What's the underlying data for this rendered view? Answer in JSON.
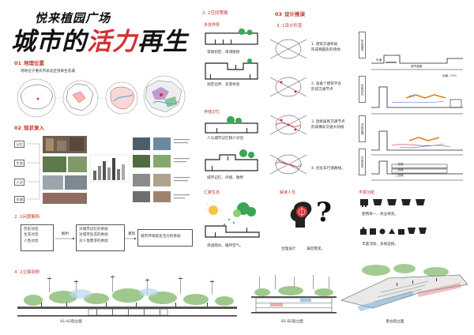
{
  "title": {
    "line1": "悦来植园广场",
    "line2_a": "城市的",
    "line2_b": "活力",
    "line2_c": "再生"
  },
  "sections": {
    "location": {
      "num": "01",
      "label": "地理位置",
      "desc": "场地位于重庆市渝北区悦来生态城"
    },
    "status": {
      "num": "02",
      "label": "现状录入",
      "tags": [
        "记忆",
        "生态",
        "人文",
        "交通"
      ]
    },
    "problem": {
      "label": "2. 1问题解析",
      "left_box": [
        "历史对话",
        "生态对话",
        "人性对话"
      ],
      "arrow1": "解析",
      "mid_box": [
        "对城市记忆的余续",
        "对城市生态的余续",
        "对人性需求的余续"
      ],
      "arrow2": "重现",
      "right_box": "城市环境再生活力的余续"
    },
    "elevation": {
      "label": "4. 2立面剖析",
      "cap_a": "A1-A2剖立面",
      "cap_b": "B1-B2剖立面",
      "cap_c": "看台剖立面"
    },
    "strategy": {
      "label": "2. 2空间策略",
      "s1_title": "多变界限",
      "s1_cap1": "常规划定、单调链接",
      "s1_cap2": "划定边界、多变体验",
      "s2_title": "存储记忆",
      "s2_cap1": "人与城市记忆缺少对话",
      "s2_cap2": "城市记忆、点缀、独特",
      "s3_title": "汇聚生态",
      "s3_cap": "渗透雨水、循环空气。",
      "s4_title": "解读人性",
      "s4_cap1": "合理设计",
      "s4_cap2": "满足需求。",
      "s5_title": "丰富功能",
      "s5_cap1": "使用单一、商业填充。",
      "s5_cap2": "丰富活动、多样选择。"
    },
    "design": {
      "num": "03",
      "label": "设计推演",
      "sub": "3. 1设计形变",
      "steps": [
        "1. 建筑交通布局\n形成椭圆形的场地",
        "2. 准备个建筑平台\n形成交通节点",
        "3. 连接居民交通节点\n形成横向交通大动线",
        "4. 优化车行道路线。"
      ],
      "vlabels": [
        "形态演变",
        "功能分区",
        "流线处理",
        "空间形态"
      ],
      "diag_labels": [
        "车道",
        "城市道路",
        "地面: 77m",
        "步行",
        "一层楼",
        "二层楼",
        "三层楼"
      ]
    }
  },
  "colors": {
    "accent": "#c0392b",
    "title_accent": "#d63031",
    "tree": "#3aa655",
    "lake": "#4da3d9"
  }
}
